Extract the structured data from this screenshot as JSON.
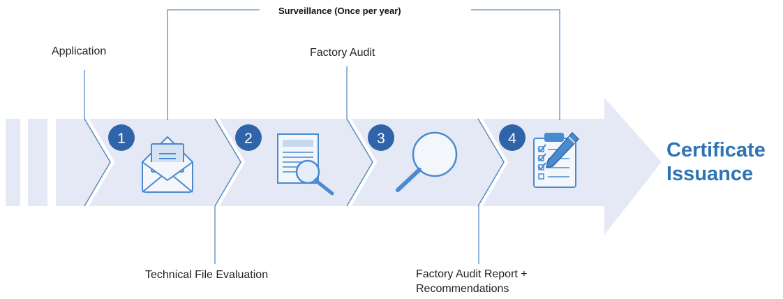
{
  "title": "Surveillance (Once per year)",
  "steps": [
    {
      "number": "1",
      "label_above": "Application",
      "label_below": ""
    },
    {
      "number": "2",
      "label_above": "",
      "label_below": "Technical File Evaluation"
    },
    {
      "number": "3",
      "label_above": "Factory Audit",
      "label_below": ""
    },
    {
      "number": "4",
      "label_above": "",
      "label_below": "Factory Audit Report + Recommendations"
    }
  ],
  "labels": {
    "application": "Application",
    "technical_file_evaluation": "Technical File Evaluation",
    "factory_audit": "Factory Audit",
    "factory_audit_report_line1": "Factory Audit Report +",
    "factory_audit_report_line2": "Recommendations"
  },
  "result": {
    "line1": "Certificate",
    "line2": "Issuance"
  },
  "icons": [
    "envelope-icon",
    "document-search-icon",
    "magnifier-icon",
    "clipboard-checklist-icon"
  ],
  "colors": {
    "arrow": "#e4e9f5",
    "badge": "#2f64a8",
    "line": "#5b8cc4",
    "icon": "#4a8ad0",
    "result_text": "#2e74b5"
  }
}
